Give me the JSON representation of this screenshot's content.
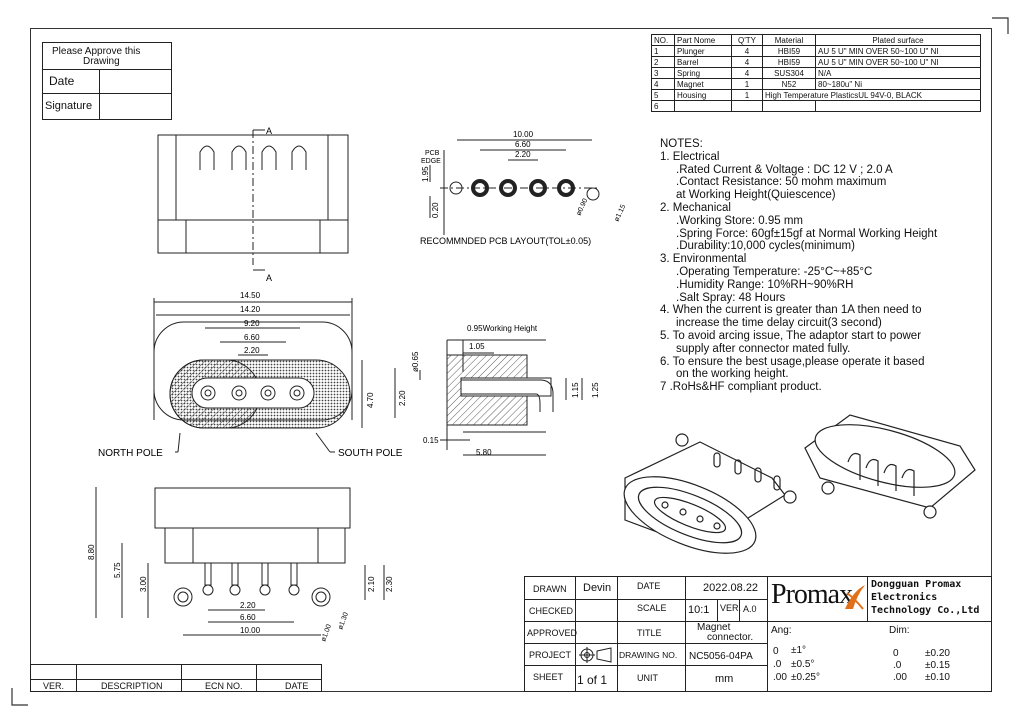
{
  "approval": {
    "line1": "Please Approve this",
    "line2": "Drawing",
    "date_label": "Date",
    "signature_label": "Signature"
  },
  "parts_table": {
    "headers": [
      "NO.",
      "Part Nome",
      "Q'TY",
      "Material",
      "Plated surface"
    ],
    "rows": [
      [
        "1",
        "Plunger",
        "4",
        "HBI59",
        "AU 5 U\" MIN OVER 50~100 U\" NI"
      ],
      [
        "2",
        "Barrel",
        "4",
        "HBI59",
        "AU 5 U\" MIN OVER 50~100 U\" NI"
      ],
      [
        "3",
        "Spring",
        "4",
        "SUS304",
        "N/A"
      ],
      [
        "4",
        "Magnet",
        "1",
        "N52",
        "80~180u\" Ni"
      ],
      [
        "5",
        "Housing",
        "1",
        "High Temperature PlasticsUL 94V-0, BLACK",
        ""
      ],
      [
        "6",
        "",
        "",
        "",
        ""
      ]
    ]
  },
  "notes": [
    "NOTES:",
    "1. Electrical",
    "   .Rated Current & Voltage : DC 12 V ; 2.0 A",
    "   .Contact Resistance: 50 mohm maximum",
    "     at Working Height(Quiescence)",
    "2. Mechanical",
    "   .Working Store: 0.95 mm",
    "   .Spring Force: 60gf±15gf at Normal Working Height",
    "   .Durability:10,000 cycles(minimum)",
    "3. Environmental",
    "   .Operating Temperature: -25°C~+85°C",
    "   .Humidity Range: 10%RH~90%RH",
    "   .Salt Spray: 48 Hours",
    "4. When the current is greater than 1A then need to",
    "   increase the time delay circuit(3 second)",
    "5. To avoid arcing issue, The adaptor start to power",
    "   supply after connector mated fully.",
    "6. To ensure the best usage,please operate it based",
    "   on the working height.",
    "7 .RoHs&HF compliant product."
  ],
  "drawing_labels": {
    "section_a": "A",
    "pcb_edge_1": "PCB",
    "pcb_edge_2": "EDGE",
    "dim_10_00": "10.00",
    "dim_6_60": "6.60",
    "dim_2_20": "2.20",
    "dim_1_95": "1.95",
    "dim_0_20": "0.20",
    "dim_phi_0_90": "ø0.90",
    "dim_phi_1_15": "ø1.15",
    "pcb_layout": "RECOMMNDED PCB LAYOUT(TOL±0.05)",
    "dim_14_50": "14.50",
    "dim_14_20": "14.20",
    "dim_9_20": "9.20",
    "dim_6_60b": "6.60",
    "dim_2_20b": "2.20",
    "dim_4_70": "4.70",
    "dim_2_20c": "2.20",
    "north_pole": "NORTH POLE",
    "south_pole": "SOUTH POLE",
    "working_height": "0.95Working Height",
    "dim_1_05": "1.05",
    "dim_0_65": "ø0.65",
    "dim_0_15": "0.15",
    "dim_5_80": "5.80",
    "dim_1_15": "1.15",
    "dim_1_25": "1.25",
    "dim_8_80": "8.80",
    "dim_5_75": "5.75",
    "dim_3_00": "3.00",
    "dim_2_10": "2.10",
    "dim_2_30": "2.30",
    "dim_2_20d": "2.20",
    "dim_6_60d": "6.60",
    "dim_10_00d": "10.00",
    "dim_phi_1_00": "ø1.00",
    "dim_phi_1_30": "ø1.30"
  },
  "revision_block": {
    "ver": "VER.",
    "description": "DESCRIPTION",
    "ecn": "ECN NO.",
    "date": "DATE"
  },
  "title_block": {
    "drawn_label": "DRAWN",
    "drawn_value": "Devin",
    "date_label": "DATE",
    "date_value": "2022.08.22",
    "checked_label": "CHECKED",
    "scale_label": "SCALE",
    "scale_value": "10:1",
    "ver_label": "VER.",
    "ver_value": "A.0",
    "approved_label": "APPROVED",
    "title_label": "TITLE",
    "title_value_1": "Magnet",
    "title_value_2": "connector.",
    "project_label": "PROJECT",
    "drawing_no_label": "DRAWING NO.",
    "drawing_no_value": "NC5056-04PA",
    "sheet_label": "SHEET",
    "sheet_value": "1  of  1",
    "unit_label": "UNIT",
    "unit_value": "mm",
    "logo_text": "Promax",
    "company_1": "Dongguan Promax",
    "company_2": "Electronics",
    "company_3": "Technology Co.,Ltd",
    "ang_label": "Ang:",
    "ang_rows": [
      [
        "0",
        "±1°"
      ],
      [
        ".0",
        "±0.5°"
      ],
      [
        ".00",
        "±0.25°"
      ]
    ],
    "dim_label": "Dim:",
    "dim_rows": [
      [
        "0",
        "±0.20"
      ],
      [
        ".0",
        "±0.15"
      ],
      [
        ".00",
        "±0.10"
      ]
    ]
  }
}
